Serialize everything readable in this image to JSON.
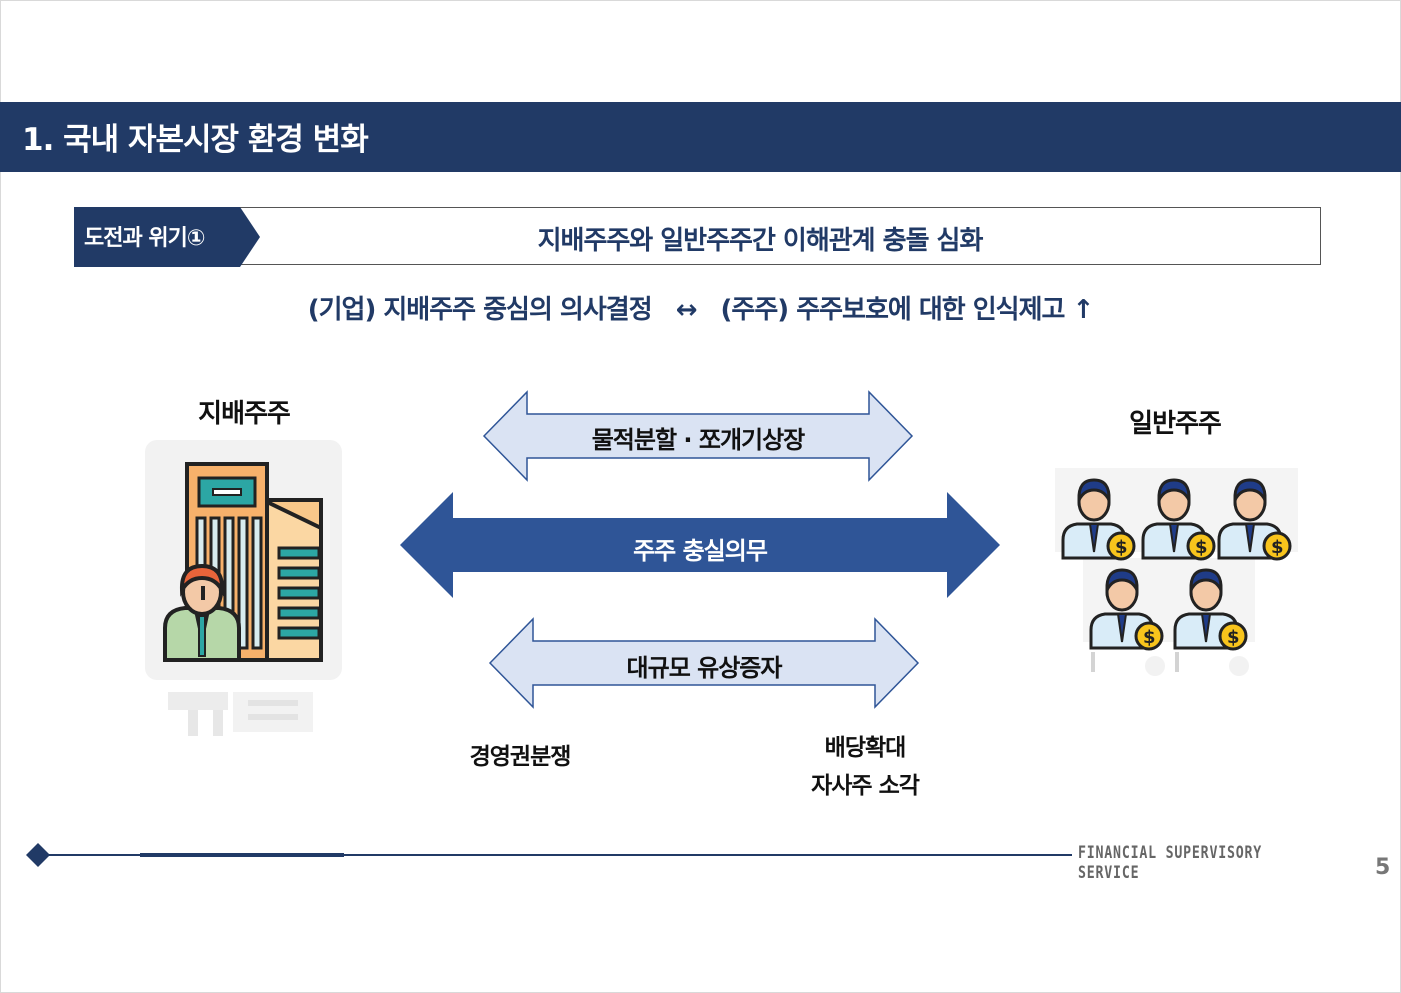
{
  "page": {
    "title": "1. 국내 자본시장 환경 변화",
    "page_number": "5",
    "footer_org": "FINANCIAL SUPERVISORY SERVICE"
  },
  "tag": {
    "label": "도전과 위기①",
    "headline": "지배주주와 일반주주간 이해관계 충돌 심화"
  },
  "subtitle": {
    "left": "(기업) 지배주주 중심의 의사결정",
    "connector": "↔",
    "right": "(주주) 주주보호에 대한 인식제고 ↑"
  },
  "diagram": {
    "left_party": "지배주주",
    "right_party": "일반주주",
    "arrows": [
      {
        "label": "물적분할 · 쪼개기상장",
        "style": "light"
      },
      {
        "label": "주주 충실의무",
        "style": "dark"
      },
      {
        "label": "대규모 유상증자",
        "style": "light"
      }
    ],
    "left_note": "경영권분쟁",
    "right_notes": [
      "배당확대",
      "자사주 소각"
    ]
  },
  "icons": {
    "building": "office-building-person-icon",
    "investors": "shareholders-dollar-icon"
  },
  "colors": {
    "navy": "#213a66",
    "arrow_dark": "#2f5597",
    "arrow_light": "#dae3f3"
  }
}
